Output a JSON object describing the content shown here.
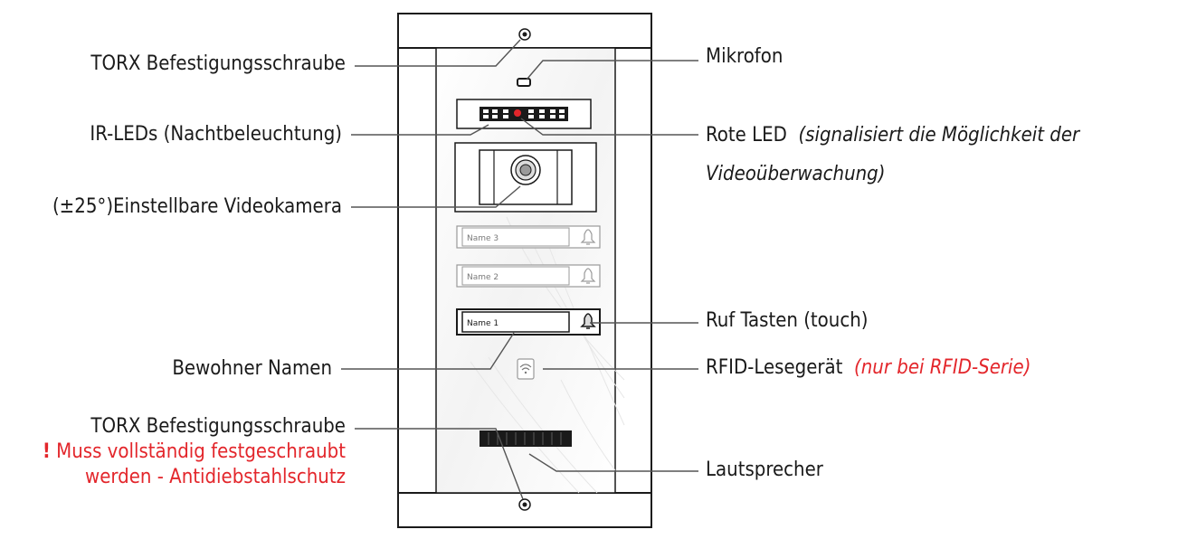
{
  "labels": {
    "torx_top": "TORX Befestigungsschraube",
    "ir_leds": "IR-LEDs (Nachtbeleuchtung)",
    "camera": "(±25°)Einstellbare Videokamera",
    "residents": "Bewohner Namen",
    "torx_bottom": "TORX Befestigungsschraube",
    "warning_mark": "!",
    "warning_line1": "Muss vollständig festgeschraubt",
    "warning_line2": "werden - Antidiebstahlschutz",
    "microphone": "Mikrofon",
    "red_led": "Rote LED",
    "red_led_note_line1": "(signalisiert die Möglichkeit der",
    "red_led_note_line2": "Videoüberwachung)",
    "call_buttons": "Ruf Tasten (touch)",
    "rfid": "RFID-Lesegerät",
    "rfid_note": "(nur bei RFID-Serie)",
    "speaker": "Lautsprecher"
  },
  "name_slots": [
    "Name 3",
    "Name 2",
    "Name 1"
  ],
  "colors": {
    "warning": "#e3262b",
    "line": "#555555",
    "outline": "#1a1a1a"
  },
  "icons": [
    "screw-icon",
    "bell-icon",
    "rfid-icon"
  ]
}
